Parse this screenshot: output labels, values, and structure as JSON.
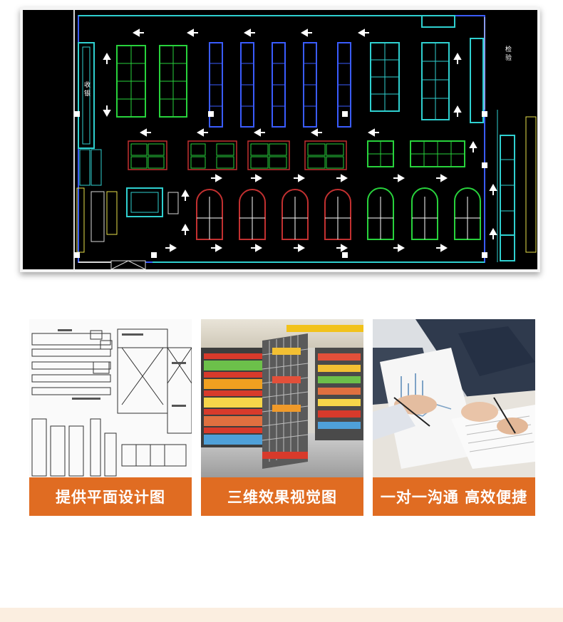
{
  "floor_plan": {
    "left_fixture_label": "收 银",
    "right_fixture_label": "检 验"
  },
  "cards": [
    {
      "label": "提供平面设计图",
      "image": "2d-floor-plan-drawing"
    },
    {
      "label": "三维效果视觉图",
      "image": "3d-store-shelves-render"
    },
    {
      "label": "一对一沟通 高效便捷",
      "image": "business-consultation-photo"
    }
  ],
  "colors": {
    "accent": "#e06c22",
    "band": "#fbeee0",
    "cad_background": "#000000",
    "cad_green": "#28d23c",
    "cad_cyan": "#2fd0d0",
    "cad_blue": "#3a5cff"
  }
}
